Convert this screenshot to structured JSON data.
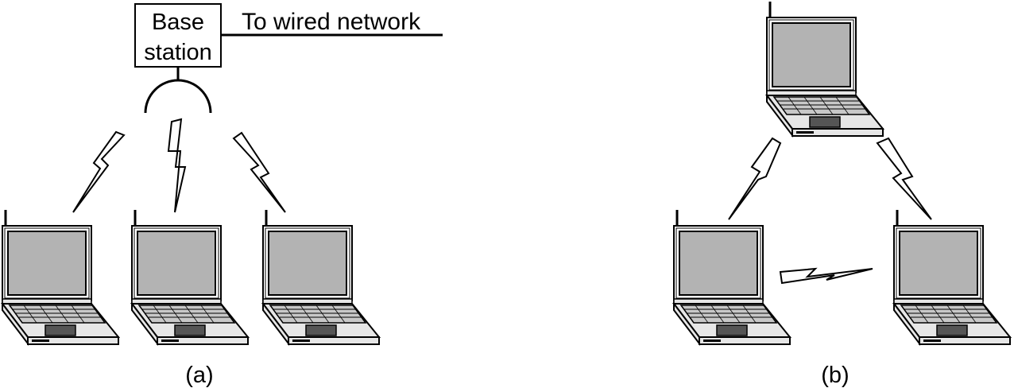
{
  "diagram": {
    "base_station": {
      "line1": "Base",
      "line2": "station"
    },
    "wired_label": "To wired network",
    "caption_a": "(a)",
    "caption_b": "(b)"
  },
  "colors": {
    "stroke": "#000000",
    "screen": "#b3b3b3",
    "body": "#e6e6e6",
    "keyboard": "#c8c8c8",
    "touchpad": "#555555",
    "background": "#ffffff"
  }
}
